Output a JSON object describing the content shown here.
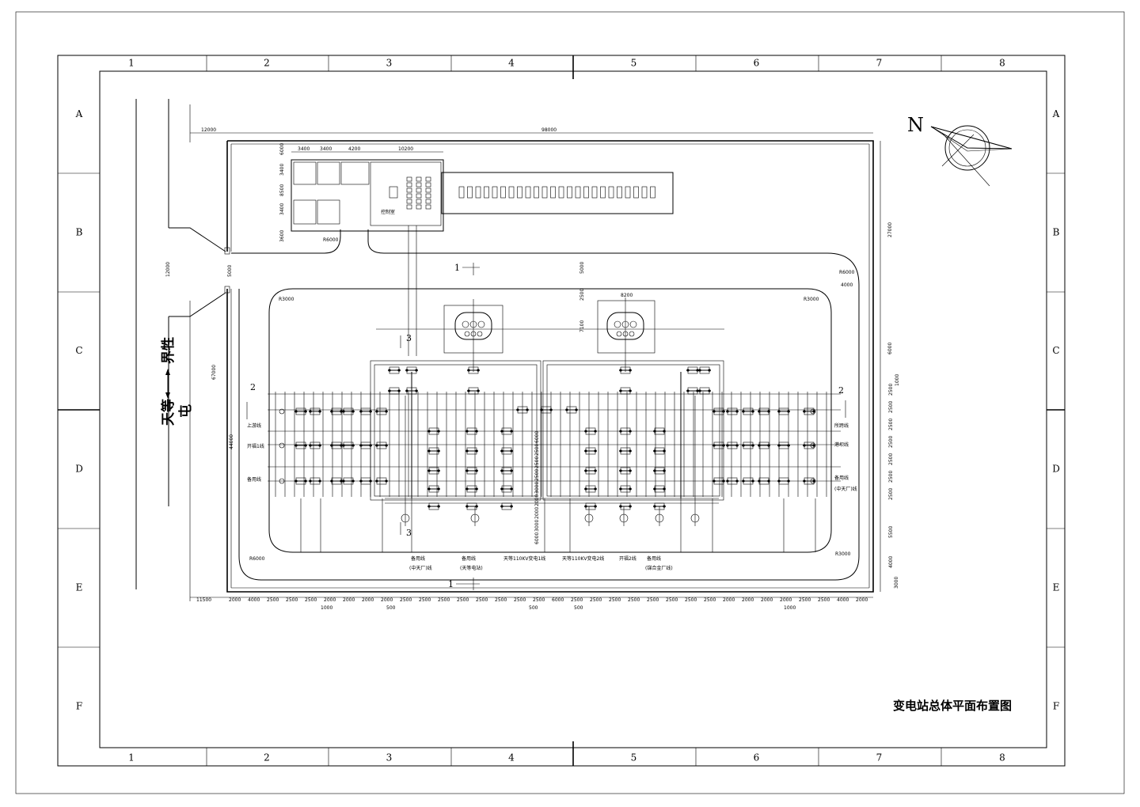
{
  "border": {
    "columns": [
      "1",
      "2",
      "3",
      "4",
      "5",
      "6",
      "7",
      "8"
    ],
    "rows": [
      "A",
      "B",
      "C",
      "D",
      "E",
      "F"
    ]
  },
  "drawing_title": "变电站总体平面布置图",
  "north_label": "N",
  "road": {
    "left_label": "天等",
    "right_label": "界牲",
    "sub_label": "屯"
  },
  "control_room_label": "控制室",
  "top_dims": {
    "left_margin": "12000",
    "overall_width": "98000",
    "room_segments": [
      "3400",
      "3400",
      "4200",
      "10200"
    ],
    "room_heights": [
      "6000",
      "3400",
      "8500",
      "3400",
      "3600"
    ],
    "radius_room": "R6000"
  },
  "left_dims": {
    "entrance": "12000",
    "gate_gap": "5000",
    "lower_height": "67000",
    "bay_height": "44000"
  },
  "right_dims": {
    "top_height": "27000",
    "upper_gap": "6000",
    "radius_tr": "R6000",
    "gap_4000": "4000",
    "bay_spacing": [
      "2500",
      "2500",
      "2500",
      "2500",
      "2500",
      "2500",
      "2500"
    ],
    "lower": [
      "5500",
      "4000"
    ],
    "misc_1000": "1000",
    "misc_3000": "3000"
  },
  "transformer_dims": {
    "gap_5000": "5000",
    "width_8200": "8200",
    "depth_2500": "2500",
    "depth_7100": "7100"
  },
  "center_dims": [
    "6000",
    "2500",
    "2500",
    "2500",
    "3000",
    "2000",
    "2000",
    "3000",
    "6000"
  ],
  "radii": [
    "R3000",
    "R3000",
    "R6000",
    "R3000"
  ],
  "section_marks": {
    "s1": "1",
    "s2": "2",
    "s3": "3"
  },
  "bay_labels_left": [
    "上游线",
    "开福1线",
    "备用线"
  ],
  "bay_labels_right": [
    "所跨线",
    "港坝线",
    "备用线",
    "(中天厂)线"
  ],
  "bottom_bay_labels": [
    {
      "line1": "备用线",
      "line2": "(中天厂)线"
    },
    {
      "line1": "备用线",
      "line2": "(天等电站)"
    },
    {
      "line1": "天等110KV变电1线",
      "line2": ""
    },
    {
      "line1": "天等110KV变电2线",
      "line2": ""
    },
    {
      "line1": "开福2线",
      "line2": ""
    },
    {
      "line1": "备用线",
      "line2": "(锑合金厂线)"
    }
  ],
  "bottom_dims": {
    "left_total": "11500",
    "segments": [
      "2000",
      "4000",
      "2500",
      "2500",
      "2500",
      "2000",
      "2000",
      "2000",
      "2000",
      "2500",
      "2500",
      "2500",
      "2500",
      "2500",
      "2500",
      "2500",
      "2500",
      "6000",
      "2500",
      "2500",
      "2500",
      "2500",
      "2500",
      "2500",
      "2500",
      "2500",
      "2000",
      "2000",
      "2000",
      "2000",
      "2500",
      "2500",
      "4000",
      "2000"
    ],
    "sub": [
      "1000",
      "500",
      "500",
      "500",
      "1000"
    ]
  }
}
